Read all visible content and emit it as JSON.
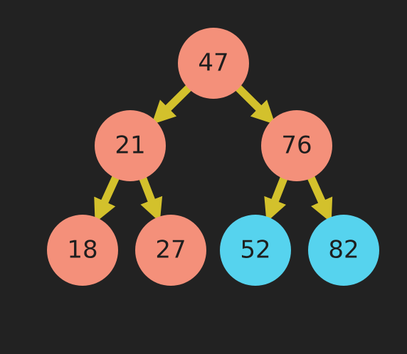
{
  "tree": {
    "background_color": "#222222",
    "edge_color": "#d3c12c",
    "nodes": [
      {
        "id": "n47",
        "label": "47",
        "color": "#f4907a",
        "state": "visited"
      },
      {
        "id": "n21",
        "label": "21",
        "color": "#f4907a",
        "state": "visited"
      },
      {
        "id": "n76",
        "label": "76",
        "color": "#f4907a",
        "state": "visited"
      },
      {
        "id": "n18",
        "label": "18",
        "color": "#f4907a",
        "state": "visited"
      },
      {
        "id": "n27",
        "label": "27",
        "color": "#f4907a",
        "state": "visited"
      },
      {
        "id": "n52",
        "label": "52",
        "color": "#56d3ee",
        "state": "highlighted"
      },
      {
        "id": "n82",
        "label": "82",
        "color": "#56d3ee",
        "state": "highlighted"
      }
    ],
    "edges": [
      {
        "from": "n47",
        "to": "n21"
      },
      {
        "from": "n47",
        "to": "n76"
      },
      {
        "from": "n21",
        "to": "n18"
      },
      {
        "from": "n21",
        "to": "n27"
      },
      {
        "from": "n76",
        "to": "n52"
      },
      {
        "from": "n76",
        "to": "n82"
      }
    ]
  }
}
